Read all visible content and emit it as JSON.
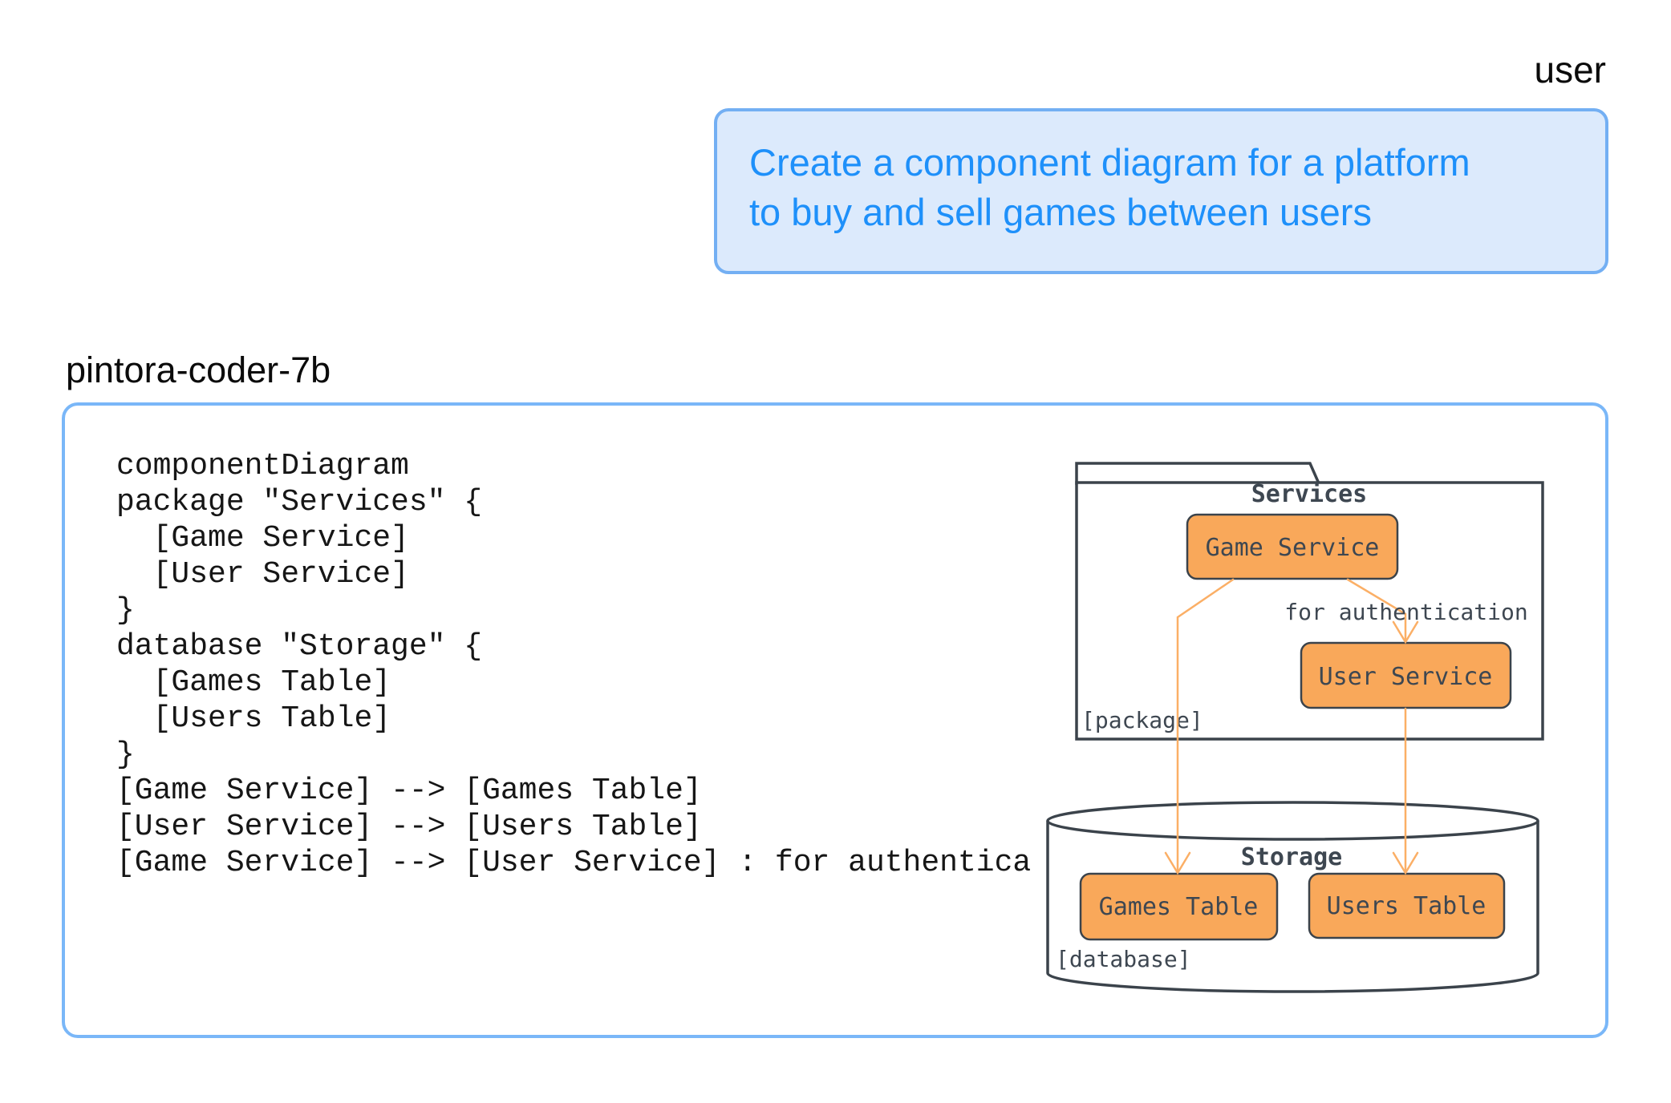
{
  "conversation": {
    "user_label": "user",
    "user_message_lines": [
      "Create a component diagram for a platform",
      "to buy and sell games between users"
    ],
    "model_label": "pintora-coder-7b"
  },
  "code": "componentDiagram\npackage \"Services\" {\n  [Game Service]\n  [User Service]\n}\ndatabase \"Storage\" {\n  [Games Table]\n  [Users Table]\n}\n[Game Service] --> [Games Table]\n[User Service] --> [Users Table]\n[Game Service] --> [User Service] : for authentication",
  "diagram": {
    "package": {
      "title": "Services",
      "stereotype_label": "[package]",
      "nodes": [
        "Game Service",
        "User Service"
      ]
    },
    "database": {
      "title": "Storage",
      "stereotype_label": "[database]",
      "nodes": [
        "Games Table",
        "Users Table"
      ]
    },
    "edge_label": "for authentication",
    "edges": [
      {
        "from": "Game Service",
        "to": "Games Table"
      },
      {
        "from": "User Service",
        "to": "Users Table"
      },
      {
        "from": "Game Service",
        "to": "User Service",
        "label": "for authentication"
      }
    ],
    "colors": {
      "node_fill": "#F9A85A",
      "node_border": "#3B434B",
      "frame_border": "#3B434B",
      "edge": "#FBAF66",
      "text": "#3E4751"
    }
  },
  "colors": {
    "bubble_bg": "#DCEAFC",
    "bubble_border": "#73AFF3",
    "bubble_text": "#1E90FA",
    "output_border": "#7AB7F8"
  }
}
